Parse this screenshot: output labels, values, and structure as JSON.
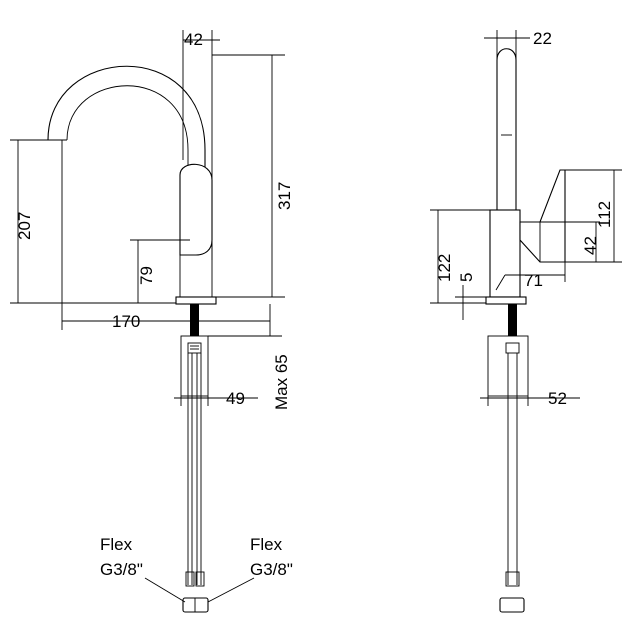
{
  "front_view": {
    "dim_spout_top": "42",
    "dim_total_height": "317",
    "dim_spout_height": "207",
    "dim_lever_height": "79",
    "dim_reach": "170",
    "dim_max_deck": "Max 65",
    "dim_shank_width": "49",
    "flex_left_label": "Flex",
    "thread_left_label": "G3/8\"",
    "flex_right_label": "Flex",
    "thread_right_label": "G3/8\""
  },
  "side_view": {
    "dim_spout_width": "22",
    "dim_handle_height": "112",
    "dim_body_height": "122",
    "dim_lever_offset": "42",
    "dim_base_gap": "5",
    "dim_lever_projection": "71",
    "dim_shank_width": "52"
  }
}
